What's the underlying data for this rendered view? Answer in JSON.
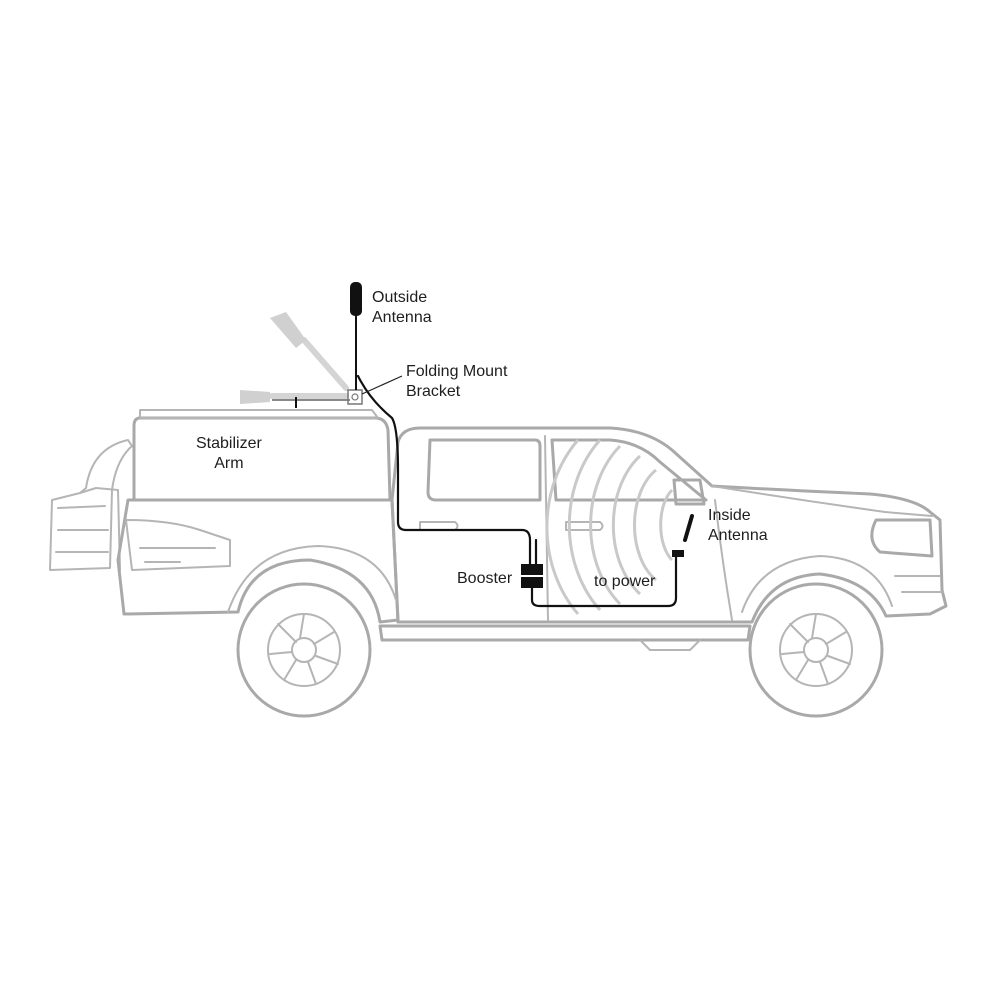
{
  "labels": {
    "outside_antenna": [
      "Outside",
      "Antenna"
    ],
    "folding_mount_bracket": [
      "Folding Mount",
      "Bracket"
    ],
    "stabilizer_arm": [
      "Stabilizer",
      "Arm"
    ],
    "booster": "Booster",
    "to_power": "to power",
    "inside_antenna": [
      "Inside",
      "Antenna"
    ]
  },
  "colors": {
    "vehicle_outline": "#a9a9a9",
    "cable": "#111111",
    "ghost_antenna": "#cfcfcf",
    "signal_waves": "#c9c9c9",
    "text": "#1e1e1e"
  }
}
